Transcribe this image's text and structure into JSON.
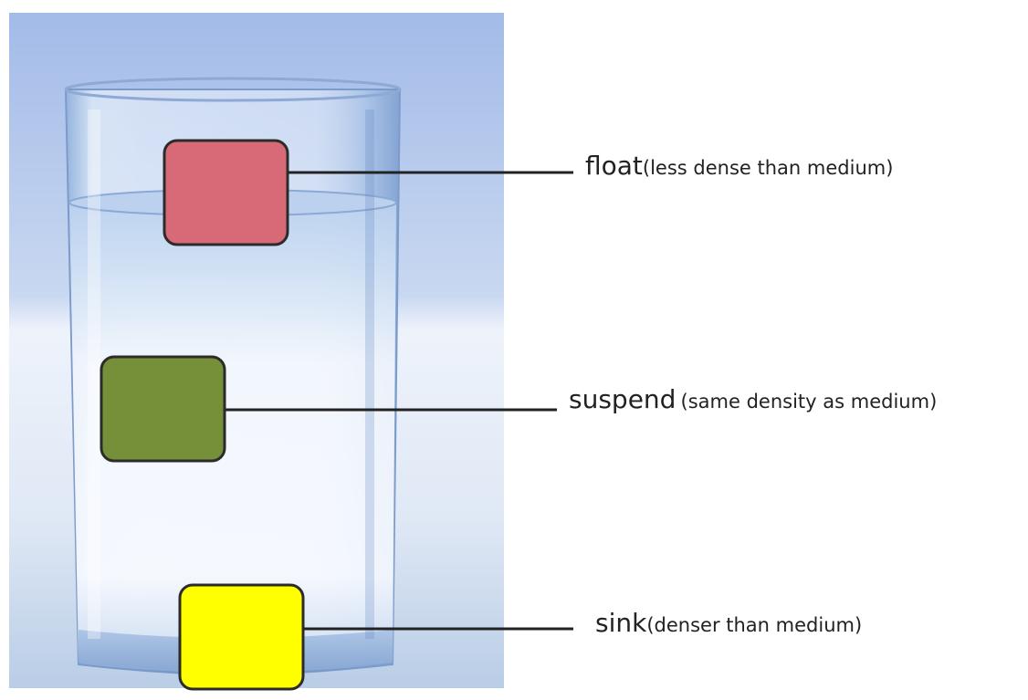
{
  "labels": {
    "float": {
      "term": "float",
      "note": "(less dense than medium)"
    },
    "suspend": {
      "term": "suspend",
      "note": "(same density as medium)"
    },
    "sink": {
      "term": "sink",
      "note": "(denser than medium)"
    }
  },
  "colors": {
    "float_block": "#d86a78",
    "suspend_block": "#76903a",
    "sink_block": "#ffff00",
    "block_border": "#2b2b2b",
    "leader_line": "#222222",
    "water": "#d8e8f6",
    "backdrop": "#a9c1ea"
  }
}
